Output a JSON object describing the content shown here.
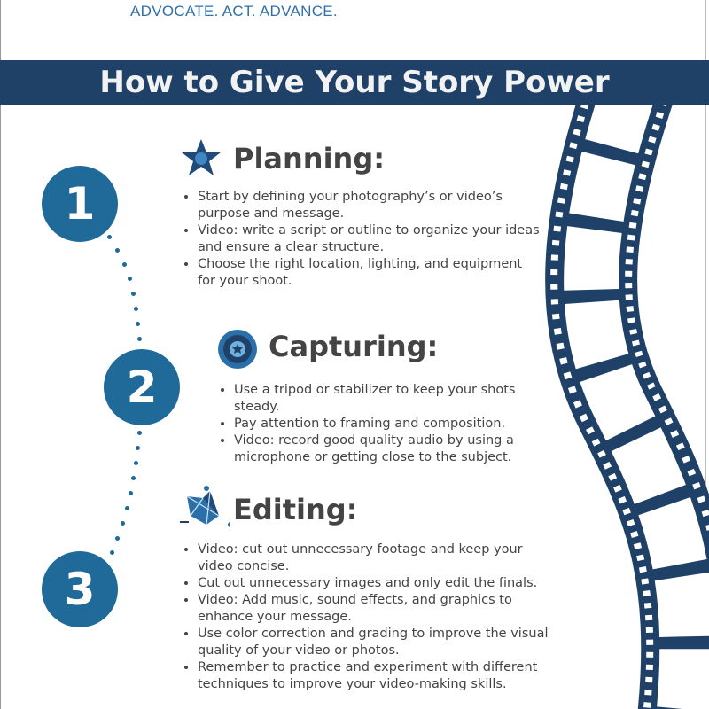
{
  "tagline": "ADVOCATE. ACT. ADVANCE.",
  "title": "How to Give Your Story Power",
  "colors": {
    "navy": "#1f4168",
    "circle": "#1f6a99",
    "text": "#444444"
  },
  "steps": [
    {
      "number": "1",
      "heading": "Planning:",
      "icon": "star-icon",
      "bullets": [
        "Start by defining your photography’s or video’s purpose and message.",
        "Video: write a script or outline to organize your ideas and ensure a clear structure.",
        "Choose the right location, lighting, and equipment for your shoot."
      ]
    },
    {
      "number": "2",
      "heading": "Capturing:",
      "icon": "camera-lens-icon",
      "bullets": [
        "Use a tripod or stabilizer to keep your shots steady.",
        "Pay attention to framing and composition.",
        "Video: record good quality audio by using a microphone or getting close to the subject."
      ]
    },
    {
      "number": "3",
      "heading": "Editing:",
      "icon": "editing-shapes-icon",
      "bullets": [
        "Video: cut out unnecessary footage and keep your video concise.",
        "Cut out unnecessary images and only edit the finals.",
        "Video: Add music, sound effects, and graphics to enhance your message.",
        "Use color correction and grading to improve the visual quality of your video or photos.",
        "Remember to practice and experiment with different techniques to improve your video-making skills."
      ]
    }
  ]
}
